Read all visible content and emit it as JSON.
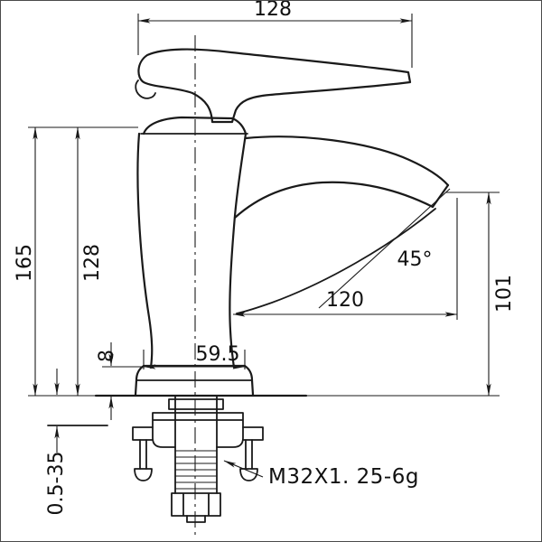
{
  "drawing": {
    "kind": "technical-dimension-drawing",
    "subject": "single-handle basin faucet, side elevation with mounting hardware"
  },
  "dimensions": {
    "handle_width": "128",
    "overall_height": "165",
    "body_height": "128",
    "spout_outlet_height": "101",
    "outlet_angle": "45°",
    "spout_reach": "120",
    "base_width": "59.5",
    "base_plate_height": "8",
    "deck_thickness_range": "0.5-35",
    "thread_spec": "M32X1. 25-6g"
  },
  "colors": {
    "line": "#1a1a1a",
    "background": "#ffffff"
  }
}
